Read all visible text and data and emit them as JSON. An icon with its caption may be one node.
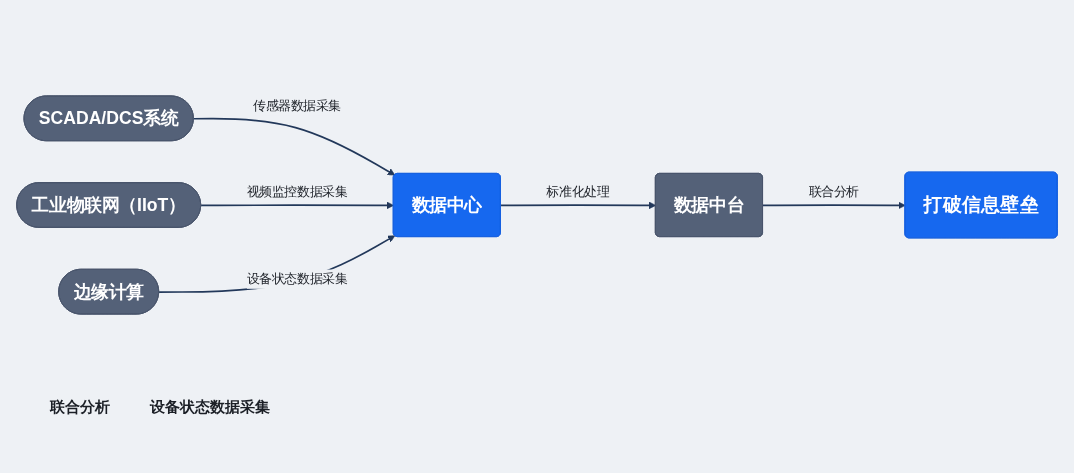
{
  "diagram": {
    "nodes": [
      {
        "text": [
          "SCADA/DCS系统"
        ]
      },
      {
        "text": [
          "工业物联网（IIoT）"
        ]
      },
      {
        "text": [
          "边缘计算"
        ]
      },
      {
        "text": [
          "数据中心"
        ]
      },
      {
        "text": [
          "数据中台"
        ]
      },
      {
        "text": [
          "打破信息壁垒"
        ]
      }
    ],
    "edges": [
      {
        "from": 0,
        "to": 3,
        "arrow": "to",
        "label": "传感器数据采集"
      },
      {
        "from": 1,
        "to": 3,
        "arrow": "to",
        "label": "视频监控数据采集"
      },
      {
        "from": 2,
        "to": 3,
        "arrow": "to",
        "label": "设备状态数据采集"
      },
      {
        "from": 3,
        "to": 4,
        "arrow": "to",
        "label": "标准化处理"
      },
      {
        "from": 4,
        "to": 5,
        "arrow": "to",
        "label": "联合分析"
      }
    ],
    "labels": [
      "联合分析",
      "设备状态数据采集"
    ]
  }
}
